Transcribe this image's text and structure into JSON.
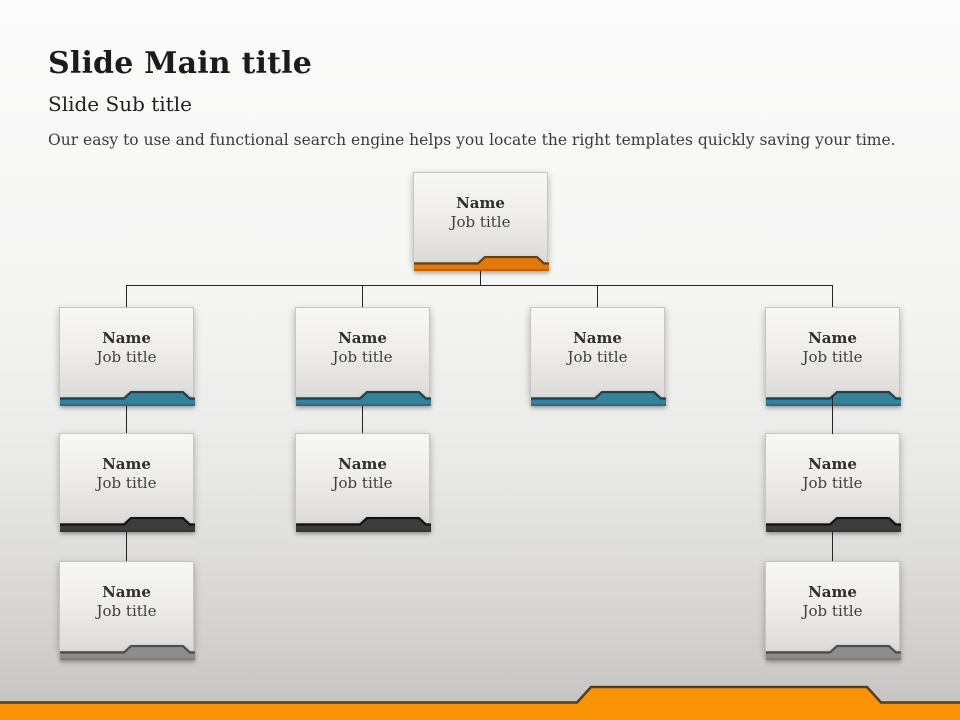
{
  "slide": {
    "title": "Slide Main title",
    "subtitle": "Slide Sub title",
    "description": "Our easy to use and functional search engine helps you locate the right templates quickly saving your time."
  },
  "org_chart": {
    "accents": {
      "orange": {
        "fill": "#E27908",
        "edge": "#6E3E08",
        "shade": "#BC6106"
      },
      "teal": {
        "fill": "#35809A",
        "edge": "#1C414D",
        "shade": "#2C6B80"
      },
      "dark": {
        "fill": "#3D3D3D",
        "edge": "#121212",
        "shade": "#363636"
      },
      "gray": {
        "fill": "#8D8D8D",
        "edge": "#4D4D4D",
        "shade": "#7E7E7E"
      }
    },
    "nodes": [
      {
        "name": "Name",
        "job": "Job title",
        "level": 1,
        "accent": "orange"
      },
      {
        "name": "Name",
        "job": "Job title",
        "level": 2,
        "accent": "teal"
      },
      {
        "name": "Name",
        "job": "Job title",
        "level": 2,
        "accent": "teal"
      },
      {
        "name": "Name",
        "job": "Job title",
        "level": 2,
        "accent": "teal"
      },
      {
        "name": "Name",
        "job": "Job title",
        "level": 2,
        "accent": "teal"
      },
      {
        "name": "Name",
        "job": "Job title",
        "level": 3,
        "accent": "dark"
      },
      {
        "name": "Name",
        "job": "Job title",
        "level": 3,
        "accent": "dark"
      },
      {
        "name": "Name",
        "job": "Job title",
        "level": 3,
        "accent": "dark"
      },
      {
        "name": "Name",
        "job": "Job title",
        "level": 4,
        "accent": "gray"
      },
      {
        "name": "Name",
        "job": "Job title",
        "level": 4,
        "accent": "gray"
      }
    ]
  },
  "footer": {
    "bar_color": "#FB9306",
    "edge_color": "#593B16"
  }
}
